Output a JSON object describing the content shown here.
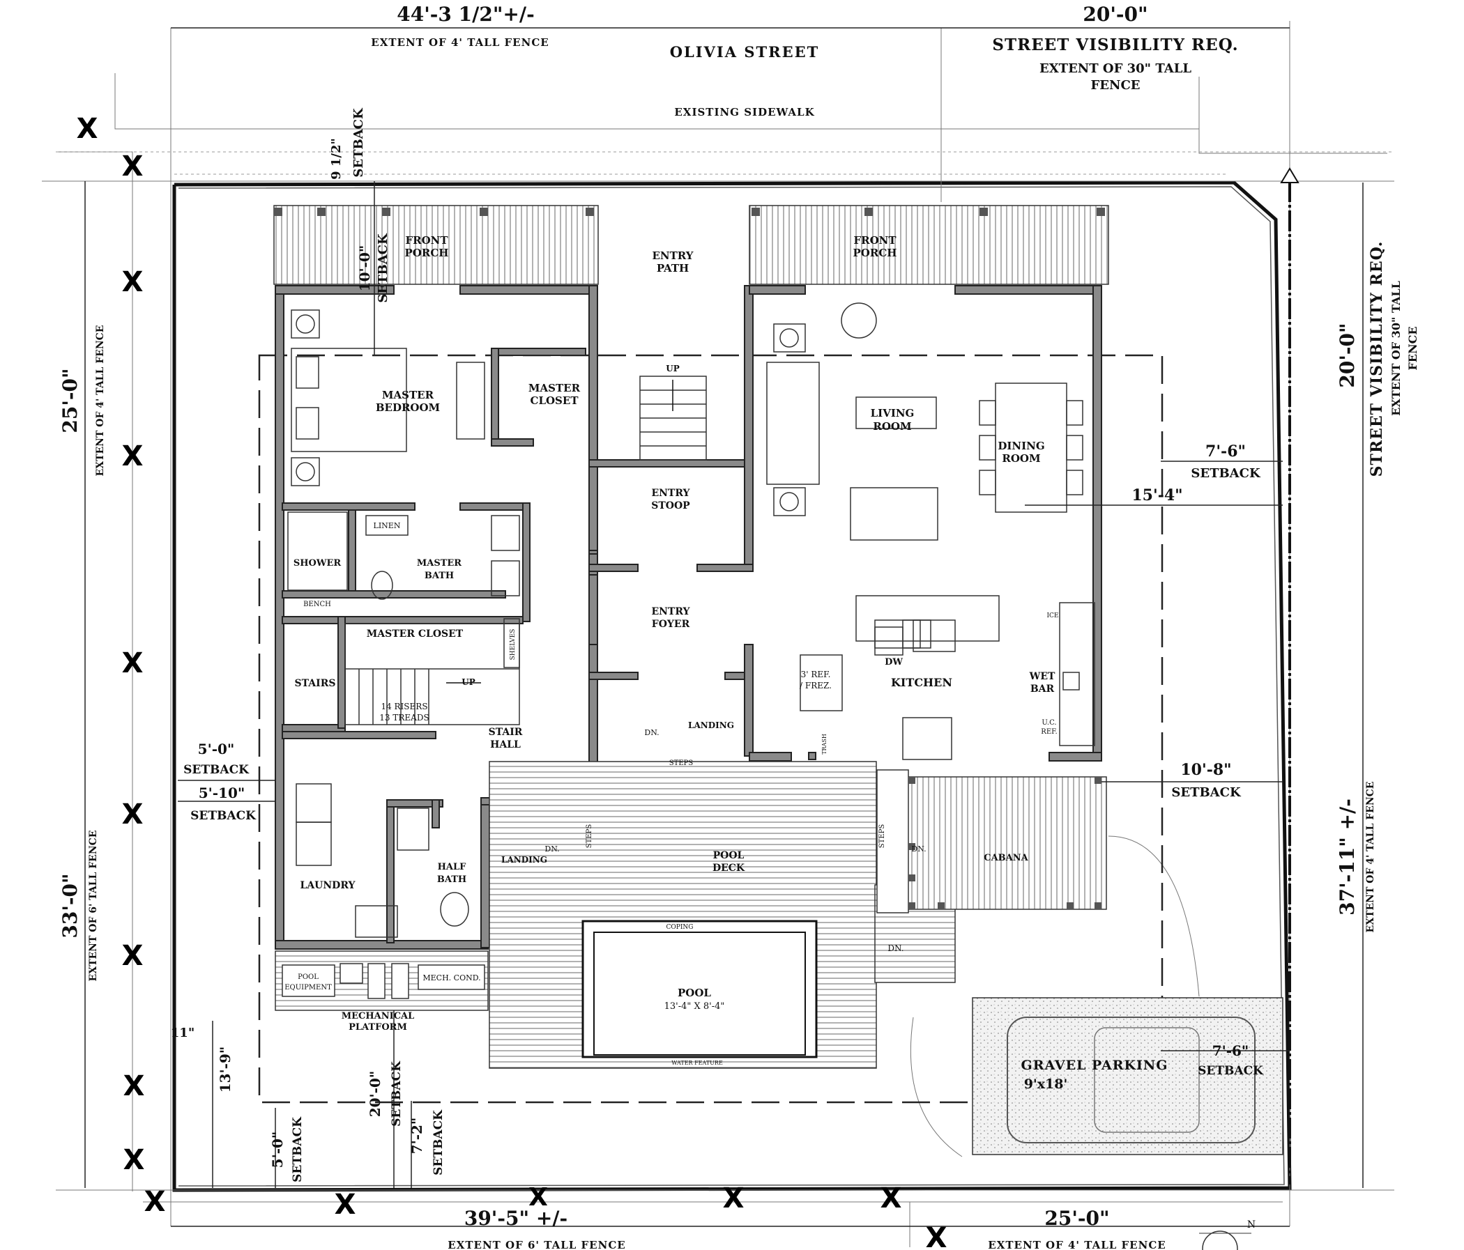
{
  "street": {
    "name": "Olivia Street",
    "sidewalk": "Existing Sidewalk"
  },
  "rooms": {
    "front_porch_left": [
      "Front",
      "Porch"
    ],
    "front_porch_right": [
      "Front",
      "Porch"
    ],
    "entry_path": [
      "Entry",
      "Path"
    ],
    "master_bedroom": [
      "Master",
      "Bedroom"
    ],
    "master_closet_upper": [
      "Master",
      "Closet"
    ],
    "living_room": [
      "Living",
      "Room"
    ],
    "dining_room": [
      "Dining",
      "Room"
    ],
    "entry_stoop": [
      "Entry",
      "Stoop"
    ],
    "shower": "Shower",
    "bench": "Bench",
    "linen": "Linen",
    "master_bath": [
      "Master",
      "Bath"
    ],
    "master_closet_lower": "Master Closet",
    "shelves": "Shelves",
    "entry_foyer": [
      "Entry",
      "Foyer"
    ],
    "stairs": "Stairs",
    "risers": [
      "14 Risers",
      "13 Treads"
    ],
    "stair_hall": [
      "Stair",
      "Hall"
    ],
    "kitchen": "Kitchen",
    "ref": [
      "3' Ref.",
      "/ Frez."
    ],
    "dw": "DW",
    "ice": "Ice",
    "wet_bar": [
      "Wet",
      "Bar"
    ],
    "uc_ref": [
      "U.C.",
      "Ref."
    ],
    "landing_mid": "Landing",
    "laundry": "Laundry",
    "half_bath": [
      "Half",
      "Bath"
    ],
    "landing_low": "Landing",
    "pool_deck": [
      "Pool",
      "Deck"
    ],
    "cabana": "Cabana",
    "pool": [
      "Pool",
      "13'-4\" x 8'-4\""
    ],
    "coping": "Coping",
    "water_feature": "Water Feature",
    "pool_equipment": [
      "Pool",
      "Equipment"
    ],
    "mech_cond": "Mech. Cond.",
    "mechanical_platform": [
      "Mechanical",
      "Platform"
    ],
    "gravel_parking": [
      "Gravel Parking",
      "9'x18'"
    ],
    "up_a": "Up",
    "up_b": "Up",
    "dn_a": "Dn.",
    "dn_b": "Dn.",
    "dn_c": "Dn.",
    "dn_d": "Dn.",
    "steps_a": "Steps",
    "steps_b": "Steps",
    "steps_c": "Steps",
    "trash": "Trash"
  },
  "dimensions": {
    "top_left": "44'-3 1/2\"+/-",
    "top_right": "20'-0\"",
    "bottom_left": "39'-5\" +/-",
    "bottom_right": "25'-0\"",
    "left_upper": "25'-0\"",
    "left_lower": "33'-0\"",
    "right_upper": "20'-0\"",
    "right_lower": "37'-11\" +/-",
    "front_setback_value": "9 1/2\"",
    "front_setback_label": "Setback",
    "porch_setback_value": "10'-0\"",
    "porch_setback_label": "Setback",
    "right_setback_a_value": "7'-6\"",
    "right_setback_a_label": "Setback",
    "right_inner": "15'-4\"",
    "right_setback_b_value": "10'-8\"",
    "right_setback_b_label": "Setback",
    "left_setback_a_value": "5'-0\"",
    "left_setback_a_label": "Setback",
    "left_setback_b_value": "5'-10\"",
    "left_setback_b_label": "Setback",
    "eleven": "11\"",
    "rear_13_9": "13'-9\"",
    "rear_5_0_value": "5'-0\"",
    "rear_5_0_label": "Setback",
    "rear_20_0_value": "20'-0\"",
    "rear_20_0_label": "Setback",
    "rear_7_2_value": "7'-2\"",
    "rear_7_2_label": "Setback",
    "parking_setback_value": "7'-6\"",
    "parking_setback_label": "Setback"
  },
  "notes": {
    "fence_top_left": "Extent of 4' tall fence",
    "street_visibility_top": "Street Visibility Req.",
    "fence_top_right": [
      "Extent of 30\" tall",
      "fence"
    ],
    "fence_left_upper": "Extent of 4' tall fence",
    "fence_left_lower": "Extent of 6' tall fence",
    "street_visibility_right": "Street Visibility Req.",
    "fence_right_upper": [
      "Extent of 30\" tall",
      "fence"
    ],
    "fence_right_lower": "Extent of 4' tall fence",
    "fence_bottom_left": "Extent of 6' tall fence",
    "fence_bottom_right": "Extent of 4' tall fence"
  },
  "fence_marker": "X",
  "compass": "N"
}
